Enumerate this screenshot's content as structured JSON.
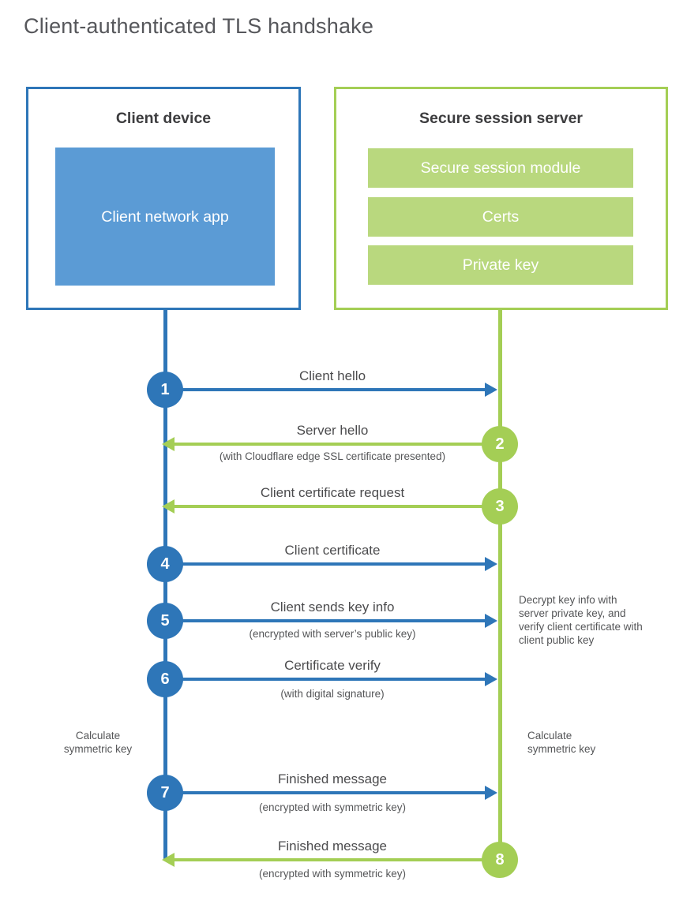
{
  "title": "Client-authenticated TLS handshake",
  "colors": {
    "client_accent": "#2e76b8",
    "client_fill": "#5b9bd5",
    "server_accent": "#a4ce55",
    "server_fill": "#b9d87e"
  },
  "client": {
    "heading": "Client device",
    "app_label": "Client network app"
  },
  "server": {
    "heading": "Secure session server",
    "modules": [
      "Secure session module",
      "Certs",
      "Private key"
    ]
  },
  "steps": [
    {
      "number": "1",
      "actor": "client",
      "direction": "right",
      "label": "Client hello",
      "sublabel": ""
    },
    {
      "number": "2",
      "actor": "server",
      "direction": "left",
      "label": "Server hello",
      "sublabel": "(with Cloudflare edge SSL certificate presented)"
    },
    {
      "number": "3",
      "actor": "server",
      "direction": "left",
      "label": "Client certificate request",
      "sublabel": ""
    },
    {
      "number": "4",
      "actor": "client",
      "direction": "right",
      "label": "Client certificate",
      "sublabel": ""
    },
    {
      "number": "5",
      "actor": "client",
      "direction": "right",
      "label": "Client sends key info",
      "sublabel": "(encrypted with server’s public key)"
    },
    {
      "number": "6",
      "actor": "client",
      "direction": "right",
      "label": "Certificate verify",
      "sublabel": "(with digital signature)"
    },
    {
      "number": "7",
      "actor": "client",
      "direction": "right",
      "label": "Finished message",
      "sublabel": "(encrypted with symmetric key)"
    },
    {
      "number": "8",
      "actor": "server",
      "direction": "left",
      "label": "Finished message",
      "sublabel": "(encrypted with symmetric key)"
    }
  ],
  "notes": {
    "decrypt": "Decrypt key info with server private key, and verify client certificate with client public key",
    "calc_client": "Calculate symmetric key",
    "calc_server": "Calculate symmetric key"
  }
}
